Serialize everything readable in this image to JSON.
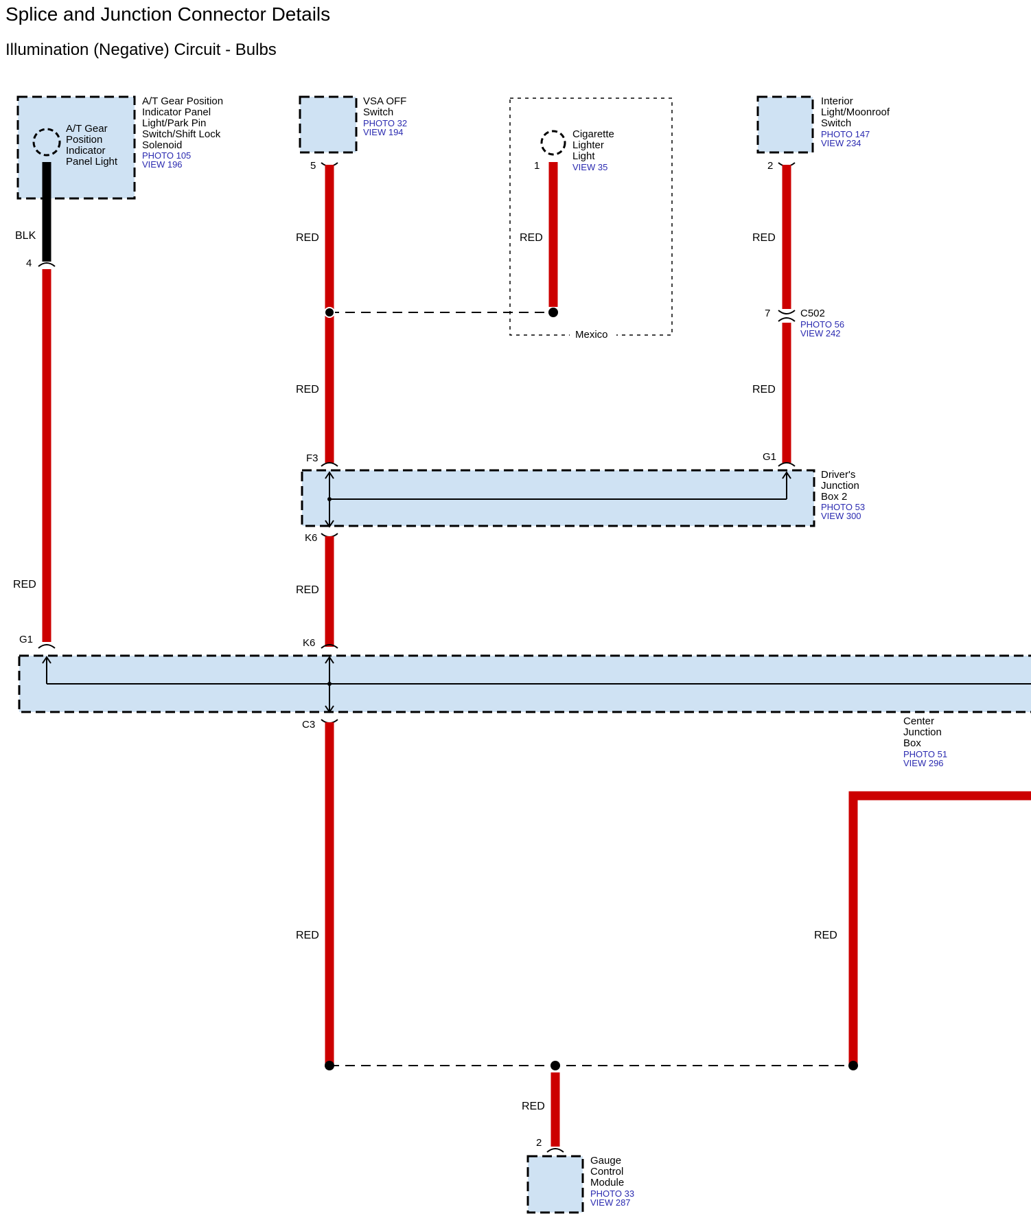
{
  "header": {
    "title": "Splice and Junction Connector Details",
    "subtitle": "Illumination (Negative) Circuit - Bulbs"
  },
  "components": {
    "at_gear": {
      "name_lines": [
        "A/T Gear Position",
        "Indicator Panel",
        "Light/Park Pin",
        "Switch/Shift Lock",
        "Solenoid"
      ],
      "photo": "PHOTO 105",
      "view": "VIEW 196",
      "bulb_lines": [
        "A/T Gear",
        "Position",
        "Indicator",
        "Panel Light"
      ]
    },
    "vsa_off": {
      "name_lines": [
        "VSA OFF",
        "Switch"
      ],
      "photo": "PHOTO 32",
      "view": "VIEW 194"
    },
    "cigarette": {
      "name_lines": [
        "Cigarette",
        "Lighter",
        "Light"
      ],
      "view": "VIEW 35",
      "region": "Mexico"
    },
    "interior_light": {
      "name_lines": [
        "Interior",
        "Light/Moonroof",
        "Switch"
      ],
      "photo": "PHOTO 147",
      "view": "VIEW 234"
    },
    "c502": {
      "name": "C502",
      "photo": "PHOTO 56",
      "view": "VIEW 242"
    },
    "drivers_jb2": {
      "name_lines": [
        "Driver's",
        "Junction",
        "Box 2"
      ],
      "photo": "PHOTO 53",
      "view": "VIEW 300"
    },
    "center_jb": {
      "name_lines": [
        "Center",
        "Junction",
        "Box"
      ],
      "photo": "PHOTO 51",
      "view": "VIEW 296"
    },
    "gauge": {
      "name_lines": [
        "Gauge",
        "Control",
        "Module"
      ],
      "photo": "PHOTO 33",
      "view": "VIEW 287"
    }
  },
  "pins": {
    "at_gear_4": "4",
    "vsa_5": "5",
    "cig_1": "1",
    "interior_2": "2",
    "c502_7": "7",
    "djb2_f3": "F3",
    "djb2_g1": "G1",
    "djb2_k6": "K6",
    "cjb_g1": "G1",
    "cjb_k6": "K6",
    "cjb_c3": "C3",
    "gauge_2": "2"
  },
  "wire_colors": {
    "at_upper": "BLK",
    "at_lower": "RED",
    "vsa_upper": "RED",
    "vsa_mid": "RED",
    "cig": "RED",
    "interior_upper": "RED",
    "interior_lower": "RED",
    "djb2_to_cjb": "RED",
    "cjb_down": "RED",
    "right_branch": "RED",
    "gauge": "RED"
  },
  "colors": {
    "wire_red": "#cc0000",
    "wire_black": "#000000",
    "box_fill": "#cfe2f3",
    "ref_text": "#2a2ab0"
  }
}
